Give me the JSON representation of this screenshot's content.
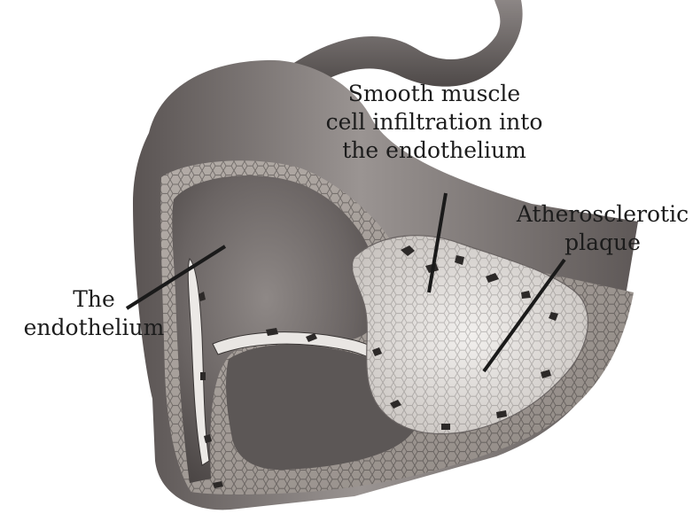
{
  "annotations": {
    "smooth_muscle": "Smooth muscle\ncell infiltration into\nthe endothelium",
    "plaque": "Atherosclerotic\nplaque",
    "endothelium": "The\nendothelium"
  },
  "colors": {
    "vessel_outer": "#8a8584",
    "vessel_dark": "#4a4544",
    "lumen": "#6e6867",
    "wall_section": "#a9a19c",
    "hex_mesh": "#3e3a39",
    "plaque": "#e4e1de",
    "plaque_spots": "#2c2928",
    "leader_line": "#1a1a1a",
    "text": "#1c1c1c"
  }
}
